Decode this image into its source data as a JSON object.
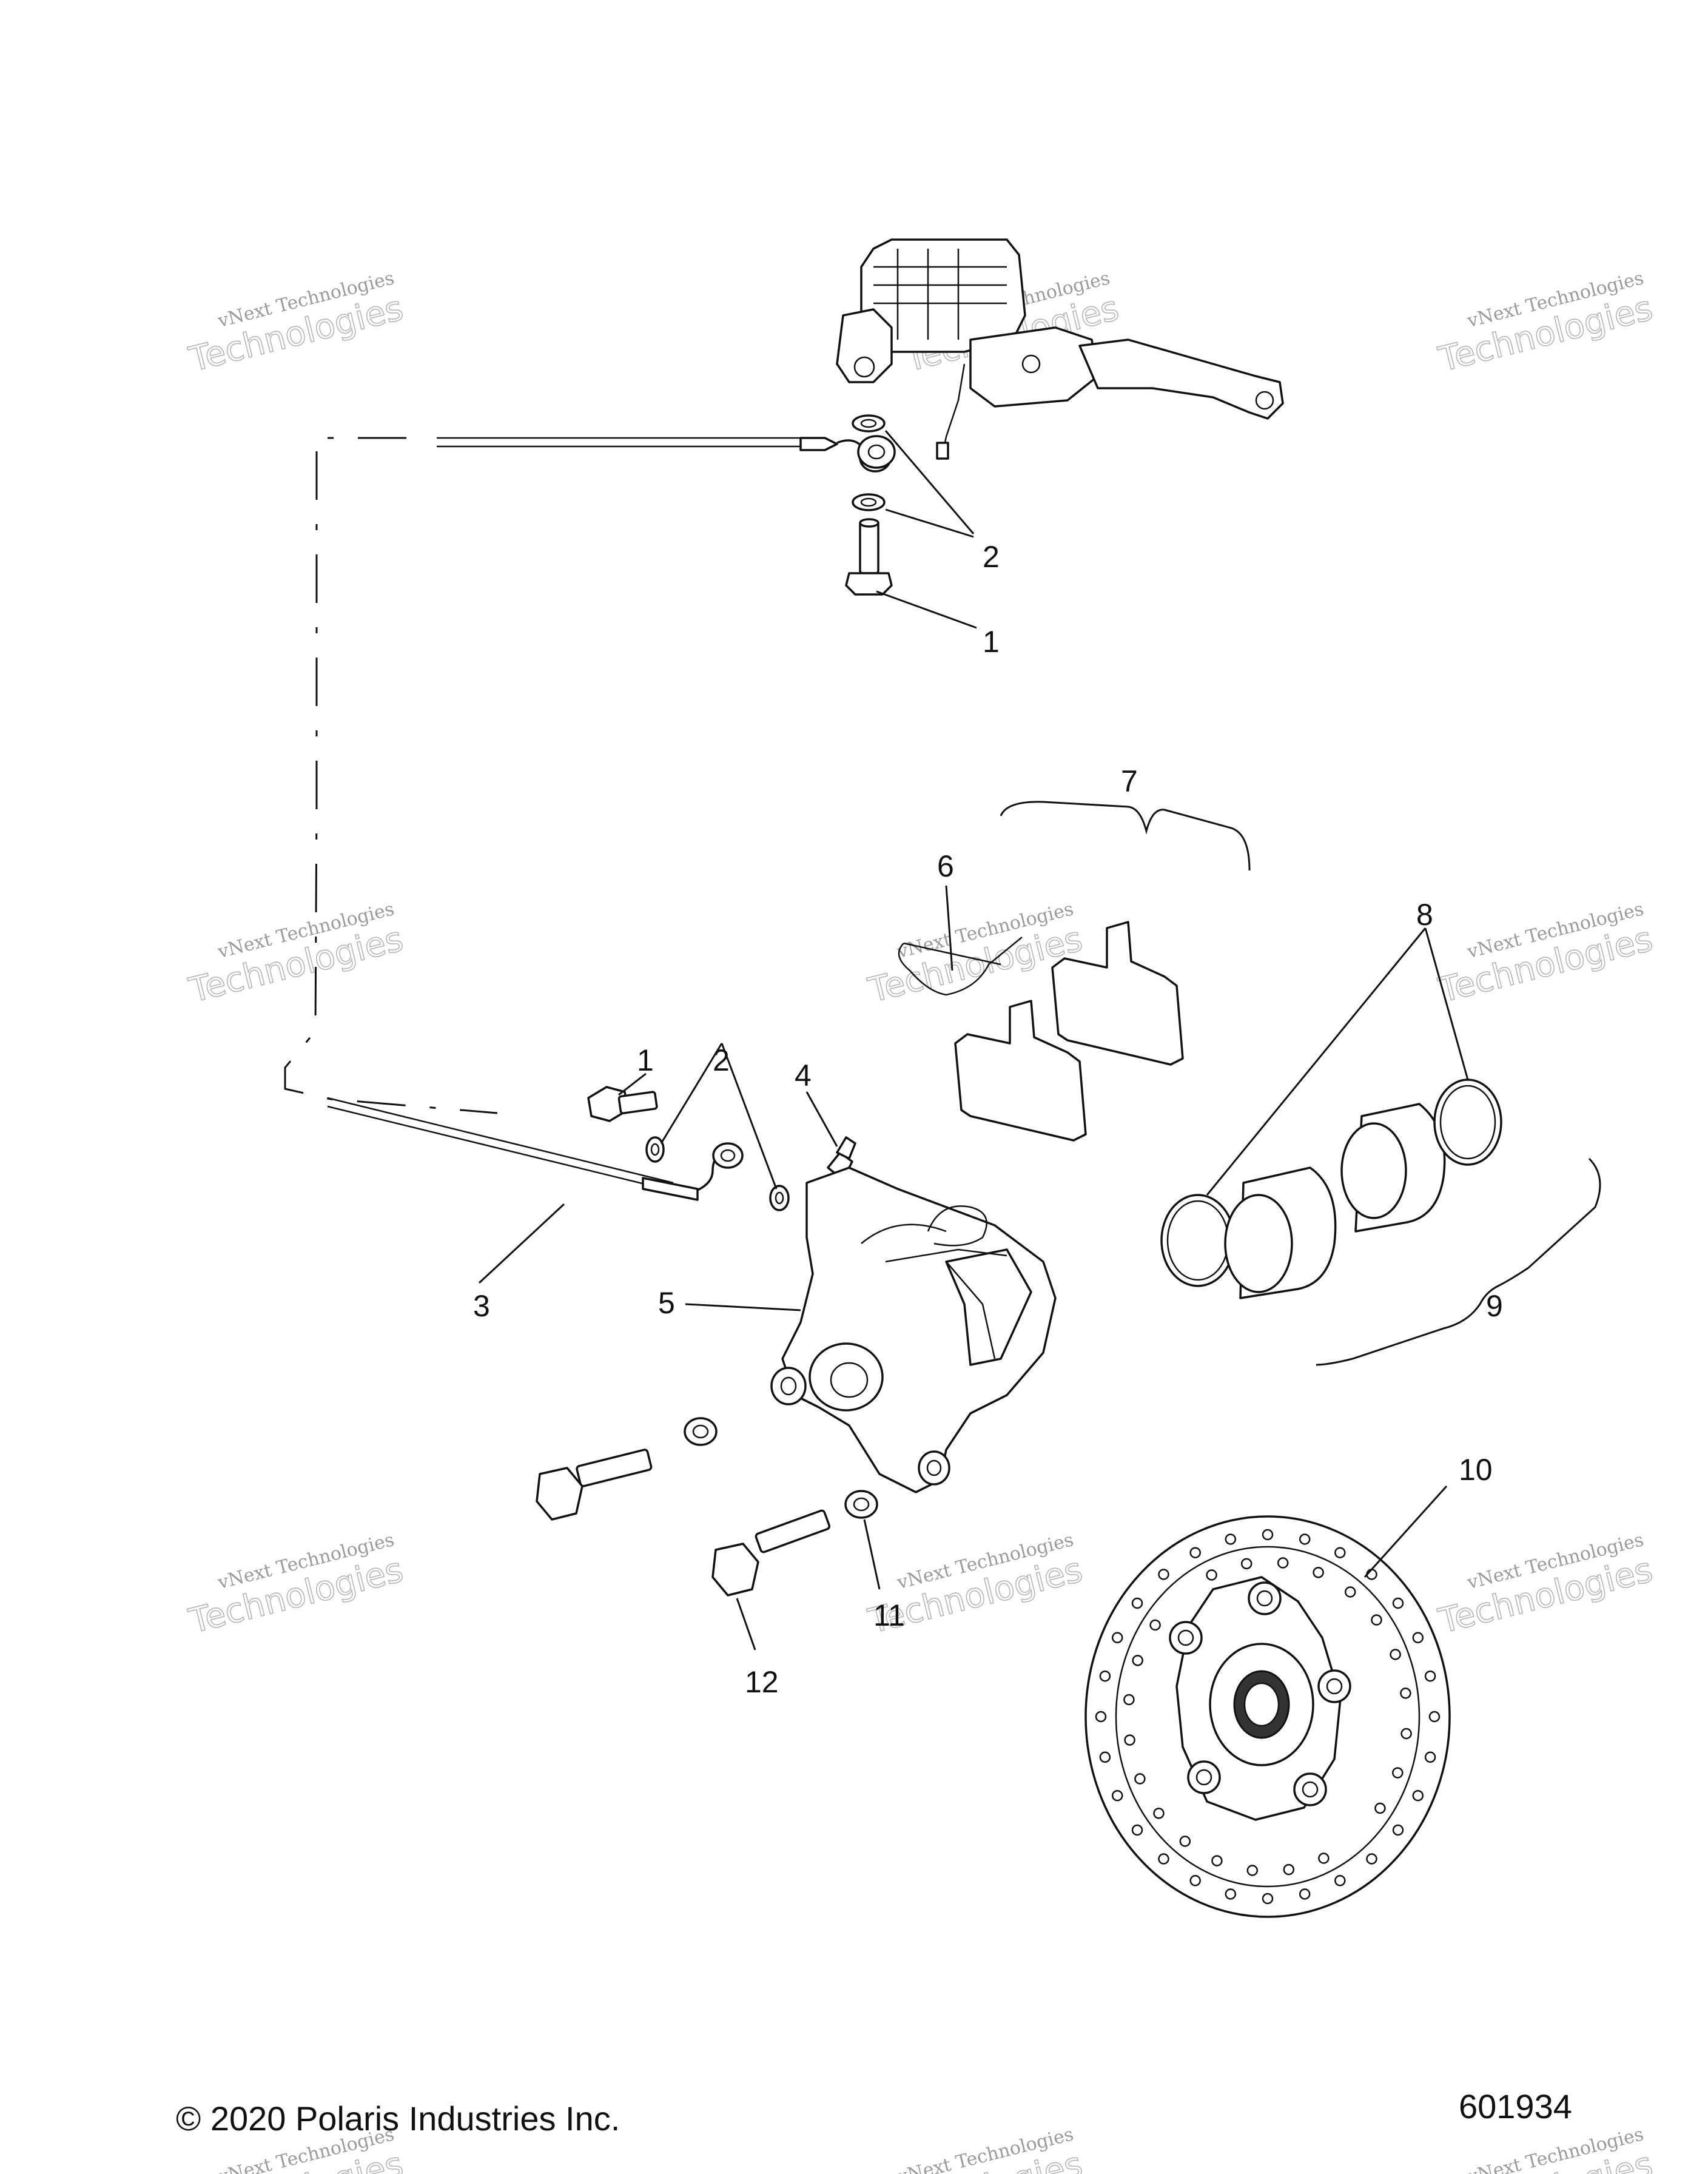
{
  "callouts": [
    "1",
    "2",
    "3",
    "4",
    "5",
    "6",
    "7",
    "8",
    "9",
    "10",
    "11",
    "12"
  ],
  "footer": {
    "copyright": "© 2020 Polaris Industries Inc.",
    "diagram_number": "601934"
  },
  "watermark": {
    "line1": "vNext Technologies",
    "line2": "Technologies"
  }
}
